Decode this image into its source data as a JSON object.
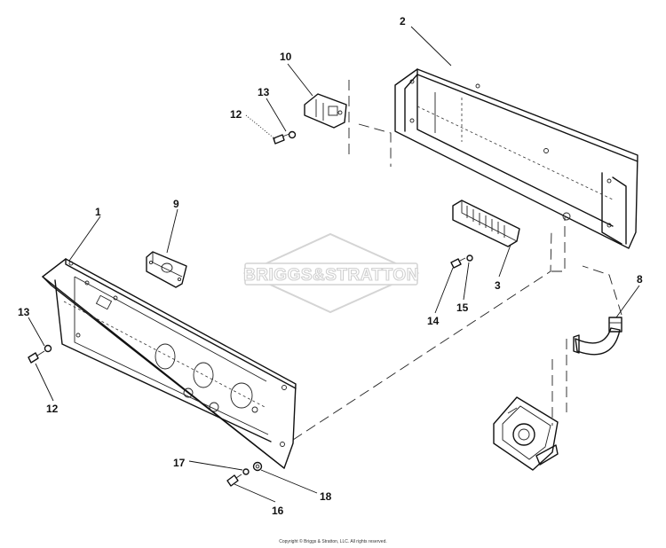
{
  "watermark": {
    "brand": "BRIGGS&STRATTON"
  },
  "copyright": "Copyright © Briggs & Stratton, LLC. All rights reserved.",
  "callouts": {
    "c1": "1",
    "c2": "2",
    "c3": "3",
    "c8": "8",
    "c9": "9",
    "c10": "10",
    "c12a": "12",
    "c13a": "13",
    "c12b": "12",
    "c13b": "13",
    "c14": "14",
    "c15": "15",
    "c16": "16",
    "c17": "17",
    "c18": "18"
  }
}
